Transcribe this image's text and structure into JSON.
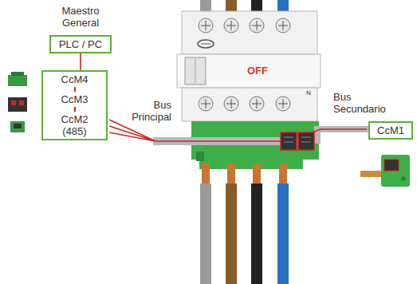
{
  "diagram": {
    "nodes": [
      {
        "text": [
          "PLC / PC"
        ]
      },
      {
        "text": [
          "CcM4",
          "CcM3",
          "CcM2 (485)"
        ]
      },
      {
        "text": [
          "CcM1"
        ]
      }
    ],
    "edges": [
      {
        "from": 0,
        "to": 1,
        "arrow": "none"
      }
    ],
    "labels": [
      "Maestro General",
      "OFF",
      "N",
      "Bus Principal",
      "Bus Secundario"
    ]
  }
}
